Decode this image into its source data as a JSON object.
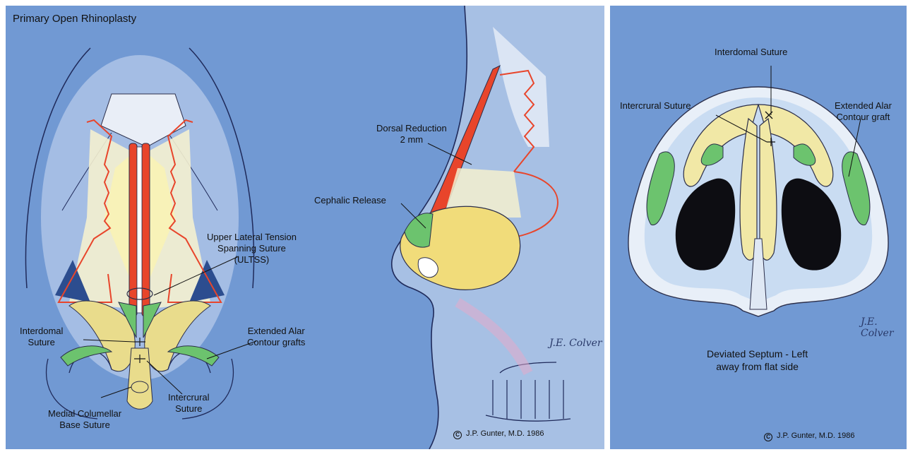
{
  "left_panel": {
    "title": "Primary Open Rhinoplasty",
    "labels": {
      "ultss": [
        "Upper Lateral Tension",
        "Spanning Suture",
        "(ULTSS)"
      ],
      "interdomal": [
        "Interdomal",
        "Suture"
      ],
      "extended_alar": [
        "Extended Alar",
        "Contour grafts"
      ],
      "intercrural": [
        "Intercrural",
        "Suture"
      ],
      "medial_columellar": [
        "Medial Columellar",
        "Base Suture"
      ],
      "dorsal_reduction": [
        "Dorsal Reduction",
        "2 mm"
      ],
      "cephalic_release": "Cephalic Release"
    },
    "copyright": "J.P. Gunter, M.D. 1986",
    "copyright_symbol": "C"
  },
  "right_panel": {
    "labels": {
      "interdomal": "Interdomal Suture",
      "intercrural": "Intercrural Suture",
      "extended_alar": [
        "Extended Alar",
        "Contour graft"
      ],
      "deviated_septum": [
        "Deviated Septum - Left",
        "away from flat side"
      ]
    },
    "copyright": "J.P. Gunter, M.D. 1986",
    "copyright_symbol": "C"
  },
  "colors": {
    "background": "#7199d3",
    "graft_red": "#e8452b",
    "graft_green": "#6cc36e",
    "cartilage": "#f1e8a6",
    "skin": "#e8eff8",
    "outline": "#2b2e4a"
  }
}
